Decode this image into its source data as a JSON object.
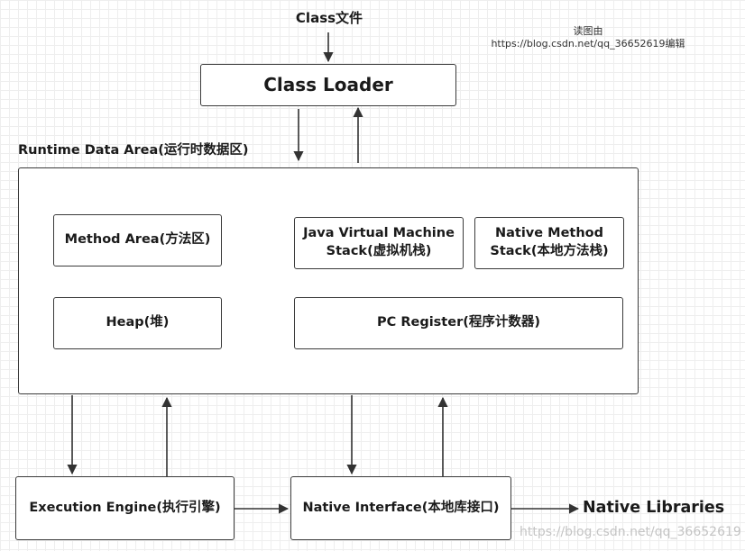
{
  "top_label": "Class文件",
  "watermark_top": {
    "line1": "读图由",
    "line2": "https://blog.csdn.net/qq_36652619编辑"
  },
  "class_loader": "Class Loader",
  "runtime_area_label": "Runtime Data Area(运行时数据区)",
  "method_area": "Method Area(方法区)",
  "jvm_stack": "Java Virtual Machine\nStack(虚拟机栈)",
  "native_method_stack": "Native Method\nStack(本地方法栈)",
  "heap": "Heap(堆)",
  "pc_register": "PC Register(程序计数器)",
  "execution_engine": "Execution Engine(执行引擎)",
  "native_interface": "Native Interface(本地库接口)",
  "native_libraries": "Native Libraries",
  "watermark_bottom": "https://blog.csdn.net/qq_36652619"
}
